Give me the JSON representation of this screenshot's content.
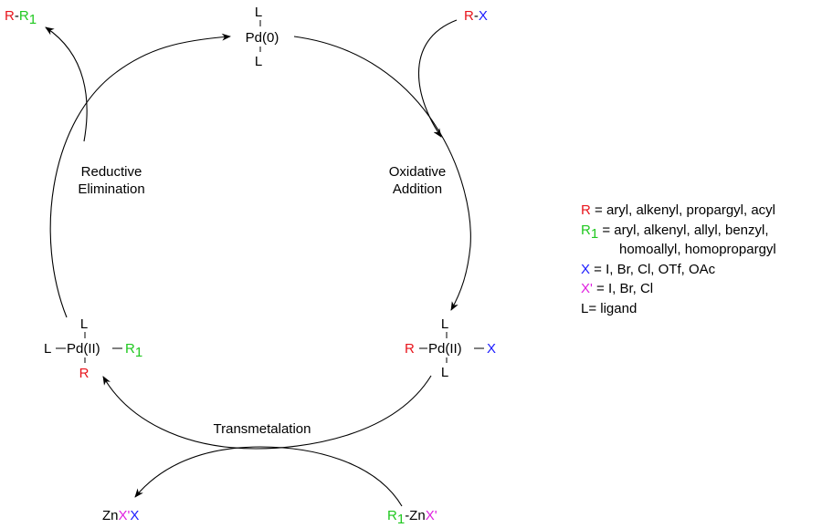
{
  "colors": {
    "R": "#e8141c",
    "R1": "#20c820",
    "X": "#1a1aff",
    "Xprime": "#e020e0",
    "text": "#000000"
  },
  "species": {
    "pd0": {
      "ligand_top": "L",
      "metal": "Pd(0)",
      "ligand_bottom": "L"
    },
    "pd_oxidative": {
      "R": "R",
      "metal": "Pd(II)",
      "X": "X",
      "ligand_top": "L",
      "ligand_bottom": "L"
    },
    "pd_transmetalated": {
      "L_left": "L",
      "metal": "Pd(II)",
      "R1": "R",
      "R1_sub": "1",
      "ligand_top": "L",
      "R_bottom": "R"
    },
    "reagent_rx": {
      "R": "R",
      "dash": "-",
      "X": "X"
    },
    "product": {
      "R": "R",
      "dash": "-",
      "R1": "R",
      "R1_sub": "1"
    },
    "zinc_reagent": {
      "R1": "R",
      "R1_sub": "1",
      "dash_zn": "-Zn",
      "Xprime": "X'"
    },
    "zinc_byproduct": {
      "Zn": "Zn",
      "Xprime": "X'",
      "X": "X"
    }
  },
  "steps": {
    "reductive_line1": "Reductive",
    "reductive_line2": "Elimination",
    "oxidative_line1": "Oxidative",
    "oxidative_line2": "Addition",
    "transmetalation": "Transmetalation"
  },
  "legend": {
    "r_symbol": "R",
    "r_text": " = aryl, alkenyl, propargyl, acyl",
    "r1_symbol": "R",
    "r1_sub": "1",
    "r1_text": " = aryl, alkenyl, allyl, benzyl,",
    "r1_text2": "homoallyl, homopropargyl",
    "x_symbol": "X",
    "x_text": " = I, Br, Cl, OTf, OAc",
    "xp_symbol": "X'",
    "xp_text": " = I, Br, Cl",
    "l_text": "L= ligand"
  }
}
